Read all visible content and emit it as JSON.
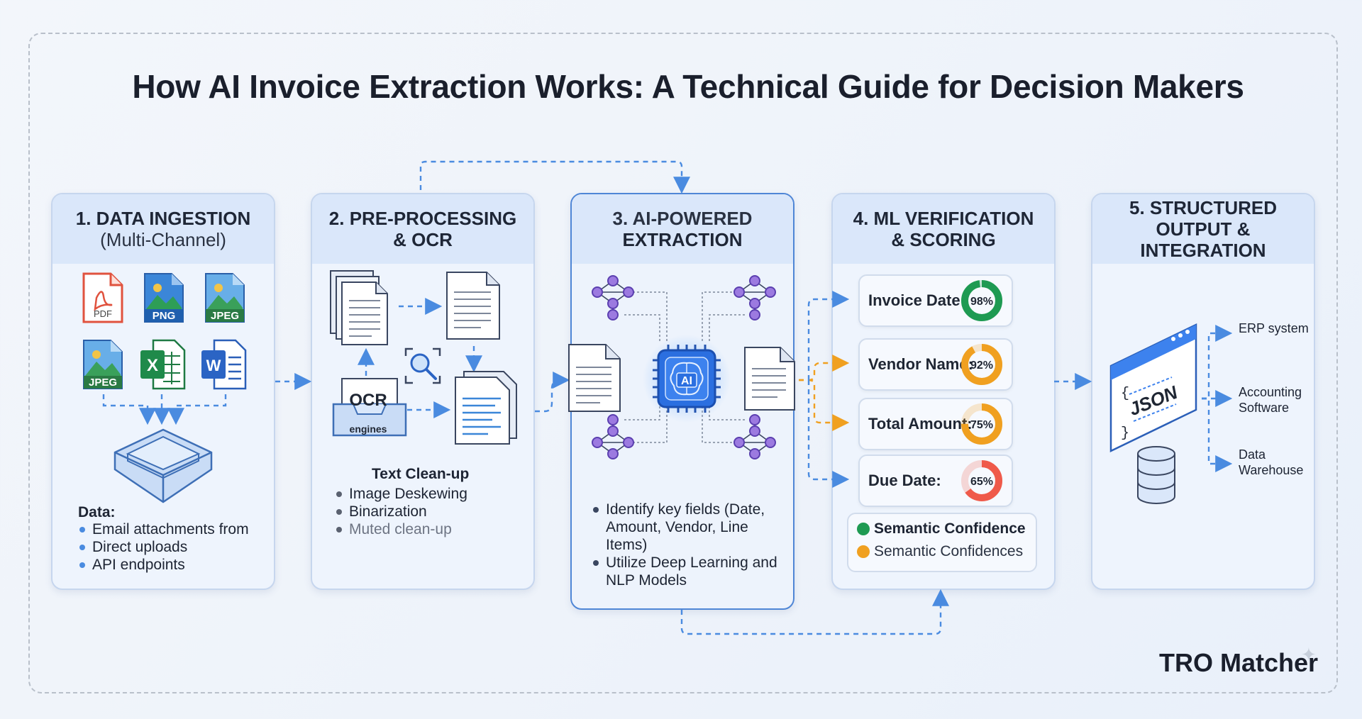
{
  "title": "How AI Invoice Extraction Works: A Technical Guide for Decision Makers",
  "colors": {
    "accent": "#4a8be0",
    "green": "#1e9a52",
    "orange": "#f0a020",
    "red": "#ef5a4a",
    "ai_purple": "#8a5bd6"
  },
  "steps": [
    {
      "title": "1. DATA INGESTION",
      "subtitle": "(Multi-Channel)",
      "file_icons": [
        {
          "label": "PDF",
          "icon": "pdf-file-icon"
        },
        {
          "label": "PNG",
          "icon": "png-image-icon"
        },
        {
          "label": "JPEG",
          "icon": "jpeg-image-icon"
        },
        {
          "label": "JPEG",
          "icon": "jpeg-image-icon"
        },
        {
          "label": "X",
          "icon": "excel-file-icon"
        },
        {
          "label": "W",
          "icon": "word-file-icon"
        }
      ],
      "inbox_icon": "inbox-tray-icon",
      "data_label": "Data:",
      "bullets": [
        "Email attachments from",
        "Direct uploads",
        "API endpoints"
      ]
    },
    {
      "title": "2. PRE-PROCESSING",
      "subtitle": "& OCR",
      "ocr_label": "OCR",
      "engines_label": "engines",
      "clean_title": "Text Clean-up",
      "bullets": [
        "Image Deskewing",
        "Binarization",
        "Muted clean-up"
      ]
    },
    {
      "title": "3. AI-POWERED",
      "subtitle": "EXTRACTION",
      "chip_label": "AI",
      "bullets": [
        "Identify key fields (Date, Amount, Vendor, Line Items)",
        "Utilize Deep Learning and NLP Models"
      ]
    },
    {
      "title": "4. ML VERIFICATION",
      "subtitle": "& SCORING",
      "fields": [
        {
          "label": "Invoice Date:",
          "score": 98,
          "score_text": "98%",
          "color": "#1e9a52"
        },
        {
          "label": "Vendor Name:",
          "score": 92,
          "score_text": "92%",
          "color": "#f0a020"
        },
        {
          "label": "Total Amount:",
          "score": 75,
          "score_text": "75%",
          "color": "#f0a020"
        },
        {
          "label": "Due Date:",
          "score": 65,
          "score_text": "65%",
          "color": "#ef5a4a"
        }
      ],
      "legend": [
        {
          "label": "Semantic Confidence",
          "color": "#1e9a52"
        },
        {
          "label": "Semantic Confidences",
          "color": "#f0a020"
        }
      ]
    },
    {
      "title": "5. STRUCTURED",
      "subtitle": "OUTPUT & INTEGRATION",
      "json_label": "JSON",
      "targets": [
        "ERP system",
        "Accounting Software",
        "Data Warehouse"
      ]
    }
  ],
  "brand": "TRO Matcher"
}
